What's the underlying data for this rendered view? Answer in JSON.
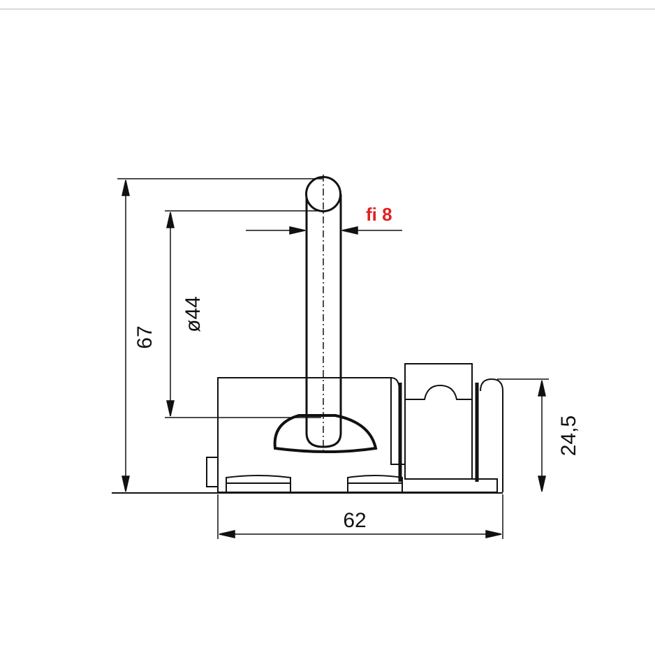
{
  "drawing": {
    "dimensions": {
      "overall_height": "67",
      "handle_diameter": "ø44",
      "overall_width": "62",
      "base_height": "24,5"
    },
    "callout": {
      "label": "fi 8",
      "color": "#e02020"
    },
    "colors": {
      "line": "#111111",
      "background": "#ffffff",
      "divider": "#d9d9d9"
    }
  }
}
